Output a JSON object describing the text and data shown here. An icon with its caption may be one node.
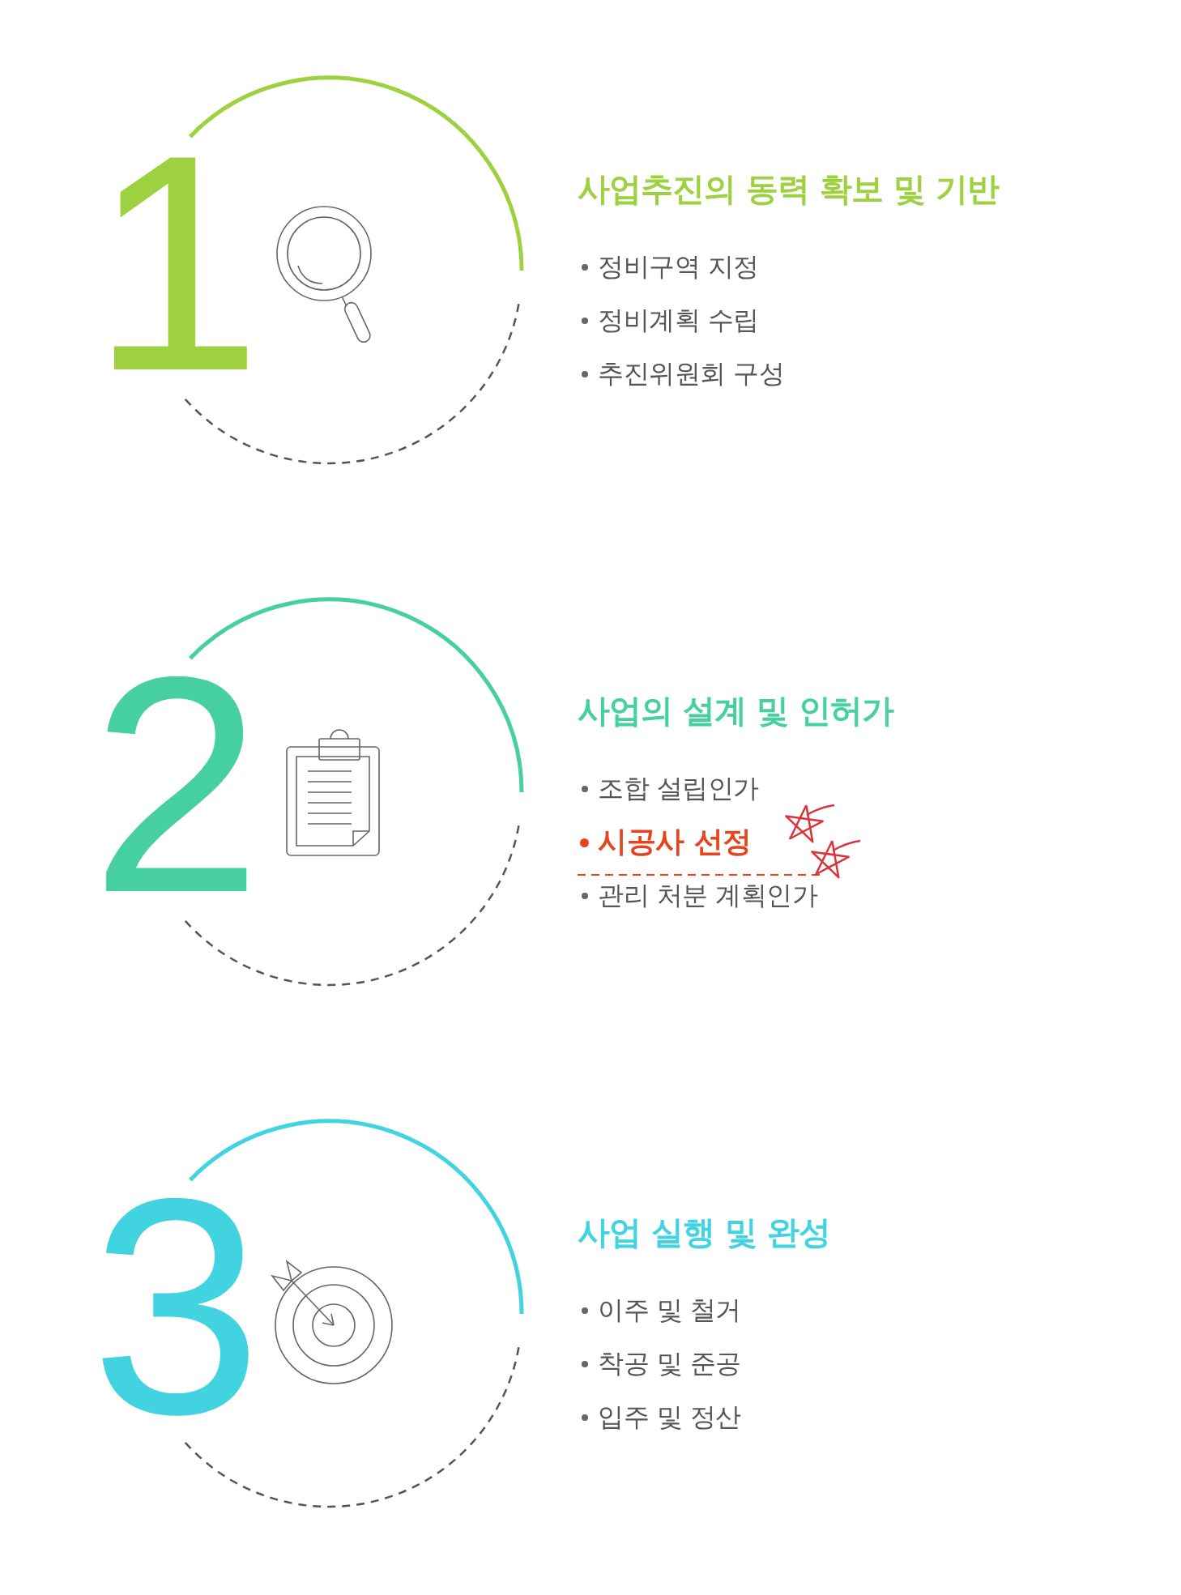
{
  "diagram": {
    "labels": [
      "1",
      "사업추진의 동력 확보 및 기반",
      "정비구역 지정",
      "정비계획 수립",
      "추진위원회 구성",
      "2",
      "사업의 설계 및 인허가",
      "조합 설립인가",
      "시공사 선정",
      "관리 처분 계획인가",
      "3",
      "사업 실행 및 완성",
      "이주 및 철거",
      "착공 및 준공",
      "입주 및 정산"
    ]
  }
}
